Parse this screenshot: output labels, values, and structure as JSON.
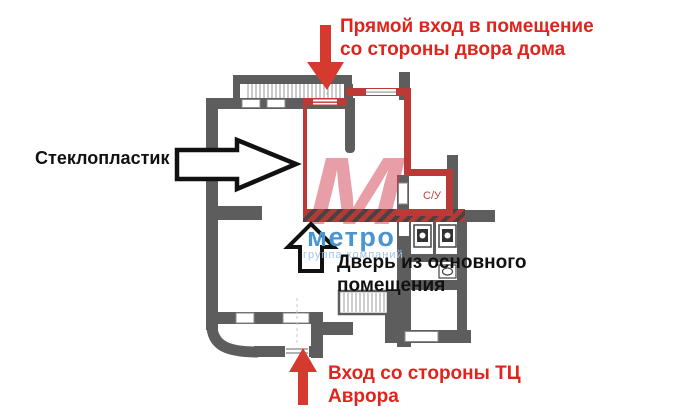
{
  "annotations": {
    "top_entrance": {
      "line1": "Прямой вход в помещение",
      "line2": "со стороны двора дома"
    },
    "fiberglass_label": "Стеклопластик",
    "main_room_door": {
      "line1": "Дверь из основного",
      "line2": "помещения"
    },
    "bottom_entrance": {
      "line1": "Вход со стороны ТЦ",
      "line2": "Аврора"
    }
  },
  "plan_labels": {
    "bathroom": "С/У"
  },
  "watermark": {
    "letter": "М",
    "brand": "метро",
    "tagline": "группа компаний"
  },
  "colors": {
    "wall_gray": "#5d5d5d",
    "lease_red": "#bb3a38",
    "arrow_red": "#d63a2e",
    "annotation_red": "#e0241c",
    "annotation_black": "#111111",
    "watermark_pink": "rgba(207,62,80,0.5)",
    "brand_blue": "#4b95cf",
    "tagline_blue": "#9fc5e8"
  }
}
